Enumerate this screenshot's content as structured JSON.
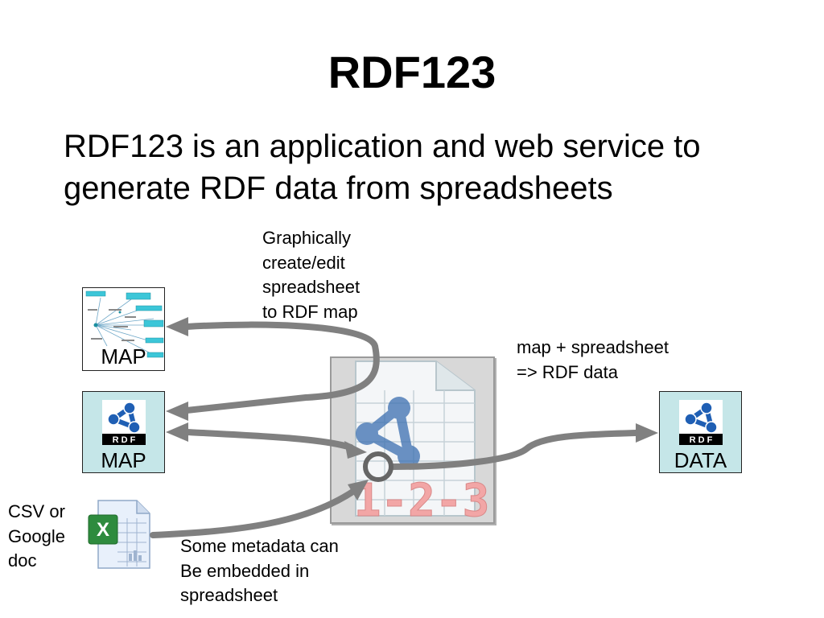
{
  "slide": {
    "title": "RDF123",
    "subtitle": "RDF123 is an application and web service to generate RDF data from spreadsheets"
  },
  "notes": {
    "graphical_edit": [
      "Graphically",
      "create/edit",
      "spreadsheet",
      "to RDF map"
    ],
    "map_spreadsheet": [
      "map + spreadsheet",
      "=> RDF data"
    ],
    "csv": [
      "CSV or",
      "Google",
      "doc"
    ],
    "metadata": [
      "Some metadata can",
      "Be embedded in",
      "spreadsheet"
    ]
  },
  "boxes": {
    "map_graph": {
      "label": "MAP"
    },
    "map_rdf": {
      "label": "MAP",
      "logo_text": "R D F"
    },
    "data_rdf": {
      "label": "DATA",
      "logo_text": "R D F"
    }
  },
  "app_icon": {
    "number_text": "1-2-3"
  },
  "colors": {
    "arrow": "#808080",
    "rdf_box_fill": "#c5e6e8",
    "rdf_logo_blue": "#1f5fb4",
    "app_frame": "#d8d8d8",
    "app_number": "#f2a6a6"
  }
}
